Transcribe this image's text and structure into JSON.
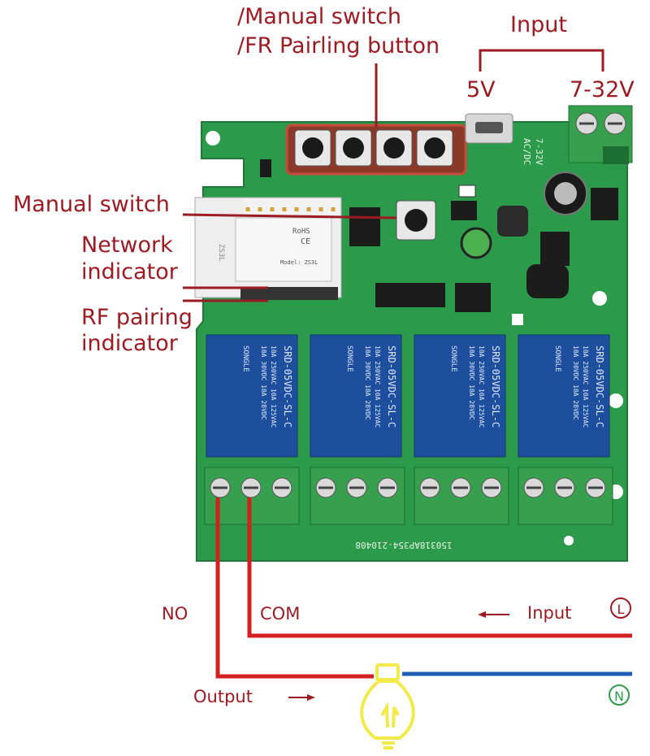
{
  "labels": {
    "manual_switch_top": "/Manual switch",
    "fr_pairing": "/FR Pairling button",
    "input_top": "Input",
    "v5": "5V",
    "v7_32": "7-32V",
    "manual_switch_left": "Manual switch",
    "network_1": "Network",
    "network_2": "indicator",
    "rf_1": "RF pairing",
    "rf_2": "indicator",
    "no": "NO",
    "com": "COM",
    "input_bottom": "Input",
    "output": "Output",
    "l_symbol": "L",
    "n_symbol": "N"
  },
  "board": {
    "relay_brand": "SONGLE",
    "relay_model": "SRD-05VDC-SL-C",
    "relay_rating_1": "10A 250VAC  10A 125VAC",
    "relay_rating_2": "10A 30VDC   10A 28VDC",
    "serial": "150318AP354-210408",
    "power_label": "7-32V",
    "ac_dc": "AC/DC",
    "module_rohs": "RoHS",
    "module_model": "Model: ZS3L",
    "module_cert": "CE",
    "module_side": "ZS3L"
  },
  "colors": {
    "label": "#9b1b22",
    "pcb": "#2c9a4b",
    "relay": "#1d4f9e",
    "terminal": "#36a04f",
    "wire_red": "#d41f1f",
    "wire_blue": "#1e5fb5",
    "bulb": "#f2e94b"
  }
}
